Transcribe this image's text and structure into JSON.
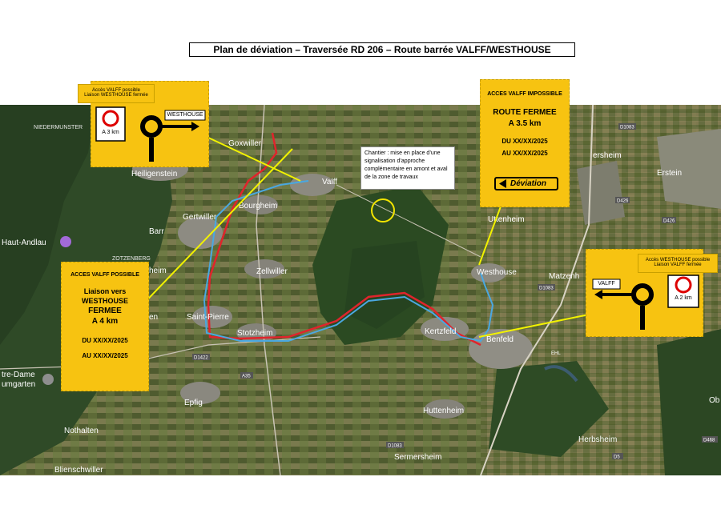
{
  "title": "Plan de déviation – Traversée RD 206 – Route barrée VALFF/WESTHOUSE",
  "callout": "Chantier : mise en place d’une signalisation d’approche complémentaire en amont et aval de la zone de travaux",
  "sign_top_left": {
    "note_line1": "Accès VALFF possible",
    "note_line2": "Liaison WESTHOUSE fermée",
    "distance": "A 3 km",
    "direction": "WESTHOUSE"
  },
  "sign_left": {
    "header": "ACCES VALFF POSSIBLE",
    "line1": "Liaison vers",
    "line2": "WESTHOUSE",
    "line3": "FERMEE",
    "line4": "A 4 km",
    "date1": "DU XX/XX/2025",
    "date2": "AU XX/XX/2025"
  },
  "sign_top_right": {
    "header": "ACCES VALFF IMPOSSIBLE",
    "line1": "ROUTE FERMEE",
    "line2": "A 3.5 km",
    "date1": "DU XX/XX/2025",
    "date2": "AU XX/XX/2025",
    "deviation": "Déviation"
  },
  "sign_bottom_right": {
    "note_line1": "Accès WESTHOUSE possible",
    "note_line2": "Liaison VALFF fermée",
    "distance": "A 2 km",
    "direction": "VALFF"
  },
  "towns": {
    "niedermunster": "NIEDERMUNSTER",
    "goxwiller": "Goxwiller",
    "heiligenstein": "Heiligenstein",
    "valff": "Valff",
    "bourgheim": "Bourgheim",
    "gertwiller": "Gertwiller",
    "barr": "Barr",
    "haut_andlau": "Haut-Andlau",
    "zotzenberg": "ZOTZENBERG",
    "zellwiller": "Zellwiller",
    "saint_pierre": "Saint-Pierre",
    "stotzheim": "Stotzheim",
    "kertzfeld": "Kertzfeld",
    "benfeld": "Benfeld",
    "westhouse": "Westhouse",
    "uttenheim": "Uttenheim",
    "matzenheim": "Matzenh",
    "ersheim": "ersheim",
    "erstein": "Erstein",
    "epfig": "Epfig",
    "nothalten": "Nothalten",
    "blienschwiller": "Blienschwiller",
    "huttenheim": "Huttenheim",
    "herbsheim": "Herbsheim",
    "sermersheim": "Sermersheim",
    "notre_dame_1": "tre-Dame",
    "notre_dame_2": "umgarten",
    "ob": "Ob",
    "heim": "heim",
    "en": "en"
  },
  "roads": {
    "d1083_top": "D1083",
    "d426_a": "D426",
    "d426_b": "D426",
    "d1083_mid": "D1083",
    "d1422": "D1422",
    "a35": "A35",
    "d1083_bottom": "D1083",
    "d5": "D5",
    "d468": "D468",
    "ehl": "EHL"
  },
  "colors": {
    "sign_yellow": "#f7c311",
    "route_red": "#e0242c",
    "route_blue": "#4aa8e0",
    "pointer_yellow": "#f2f200"
  }
}
